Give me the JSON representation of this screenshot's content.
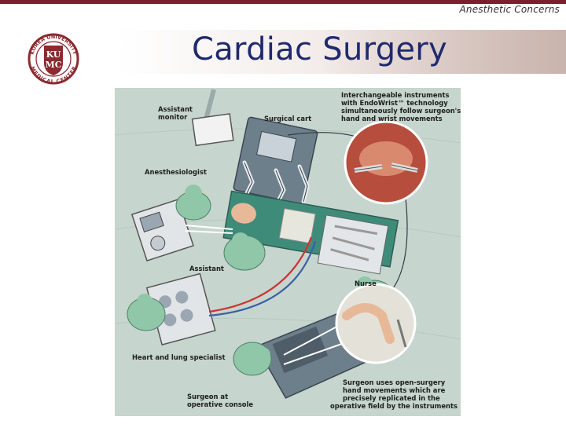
{
  "header": {
    "section": "Anesthetic Concerns",
    "title": "Cardiac Surgery"
  },
  "logo": {
    "ring_text_top": "KOREA UNIVERSITY",
    "ring_text_bottom": "MEDICAL CENTER",
    "monogram_top": "KU",
    "monogram_bottom": "MC",
    "color": "#8b2a2f"
  },
  "figure": {
    "labels": {
      "assistant_monitor_1": "Assistant",
      "assistant_monitor_2": "monitor",
      "surgical_cart": "Surgical cart",
      "instruments_1": "Interchangeable instruments",
      "instruments_2": "with EndoWrist™ technology",
      "instruments_3": "simultaneously follow surgeon's",
      "instruments_4": "hand and wrist movements",
      "anesthesiologist": "Anesthesiologist",
      "assistant": "Assistant",
      "nurse": "Nurse",
      "heart_lung": "Heart and lung specialist",
      "surgeon_uses_1": "Surgeon uses open-surgery",
      "surgeon_uses_2": "hand movements which are",
      "surgeon_uses_3": "precisely replicated in the",
      "surgeon_uses_4": "operative field by the instruments",
      "surgeon_at_1": "Surgeon at",
      "surgeon_at_2": "operative console"
    }
  }
}
